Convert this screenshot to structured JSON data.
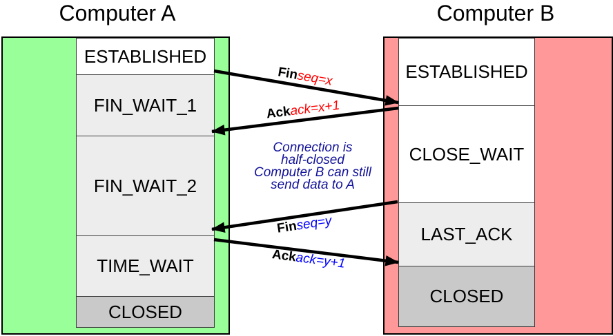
{
  "diagram": {
    "computer_a": {
      "title": "Computer A",
      "bg": "#99FF99",
      "states": [
        {
          "label": "ESTABLISHED",
          "bg": "#FFFFFF"
        },
        {
          "label": "FIN_WAIT_1",
          "bg": "#EDEDED"
        },
        {
          "label": "FIN_WAIT_2",
          "bg": "#EDEDED"
        },
        {
          "label": "TIME_WAIT",
          "bg": "#EDEDED"
        },
        {
          "label": "CLOSED",
          "bg": "#C9C9C9"
        }
      ]
    },
    "computer_b": {
      "title": "Computer B",
      "bg": "#FF9999",
      "states": [
        {
          "label": "ESTABLISHED",
          "bg": "#FFFFFF"
        },
        {
          "label": "CLOSE_WAIT",
          "bg": "#FFFFFF"
        },
        {
          "label": "LAST_ACK",
          "bg": "#EDEDED"
        },
        {
          "label": "CLOSED",
          "bg": "#C9C9C9"
        }
      ]
    },
    "messages": [
      {
        "name": "Fin",
        "param": "seq=x",
        "param_color": "#FF0000",
        "direction": "A-to-B"
      },
      {
        "name": "Ack",
        "param": "ack=x+1",
        "param_color": "#FF0000",
        "direction": "B-to-A"
      },
      {
        "name": "Fin",
        "param": "seq=y",
        "param_color": "#0000FF",
        "direction": "B-to-A"
      },
      {
        "name": "Ack",
        "param": "ack=y+1",
        "param_color": "#0000FF",
        "direction": "A-to-B"
      }
    ],
    "note": {
      "lines": [
        "Connection is",
        "half-closed",
        "Computer B can still",
        "send data to A"
      ],
      "color": "#111199"
    },
    "colors": {
      "arrow": "#000000"
    }
  }
}
